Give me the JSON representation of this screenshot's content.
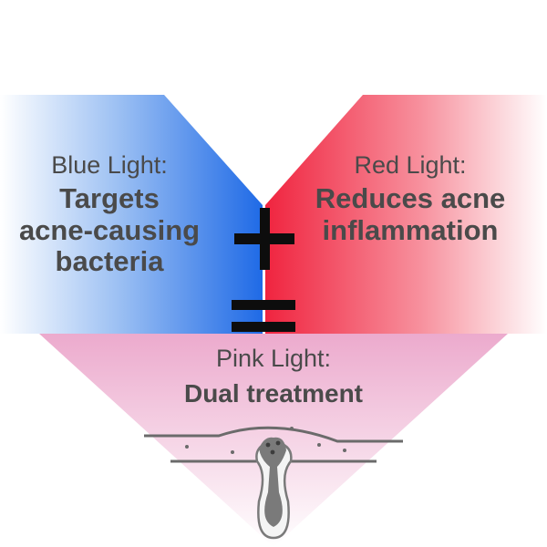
{
  "blue_panel": {
    "heading": "Blue Light:",
    "line1": "Targets",
    "line2": "acne-causing",
    "line3": "bacteria",
    "color": "#1f6ae6"
  },
  "red_panel": {
    "heading": "Red Light:",
    "line1": "Reduces acne",
    "line2": "inflammation",
    "color": "#f0243f"
  },
  "pink_panel": {
    "heading": "Pink Light:",
    "line1": "Dual treatment",
    "color": "#ecaacd"
  },
  "operators": {
    "plus": "plus-sign",
    "equals": "equals-sign"
  },
  "illustration": {
    "icon": "skin-pore-cross-section-icon"
  }
}
